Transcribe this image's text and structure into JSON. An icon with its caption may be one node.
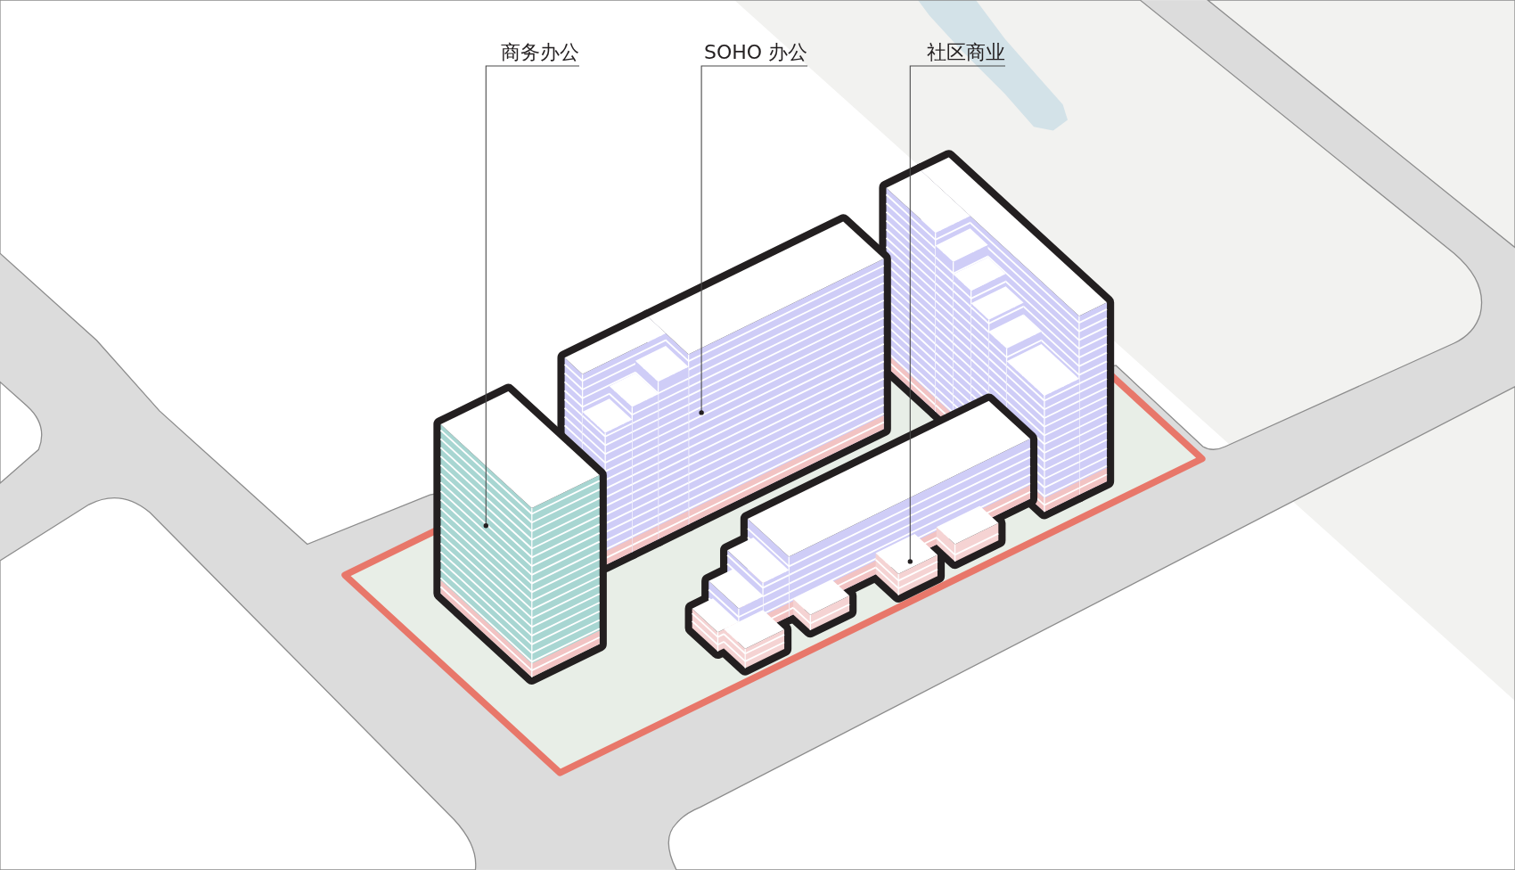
{
  "diagram": {
    "nodes": [
      {
        "text": [
          "商务办公"
        ]
      },
      {
        "text": [
          "SOHO 办公"
        ]
      },
      {
        "text": [
          "社区商业"
        ]
      },
      {
        "text": [],
        "shape": "picture"
      },
      {
        "text": [],
        "shape": "picture"
      },
      {
        "text": [],
        "shape": "picture"
      }
    ],
    "edges": [
      {
        "from": 0,
        "to": 3,
        "arrow": "other"
      },
      {
        "from": 1,
        "to": 4,
        "arrow": "other"
      },
      {
        "from": 2,
        "to": 5,
        "arrow": "other"
      }
    ]
  }
}
